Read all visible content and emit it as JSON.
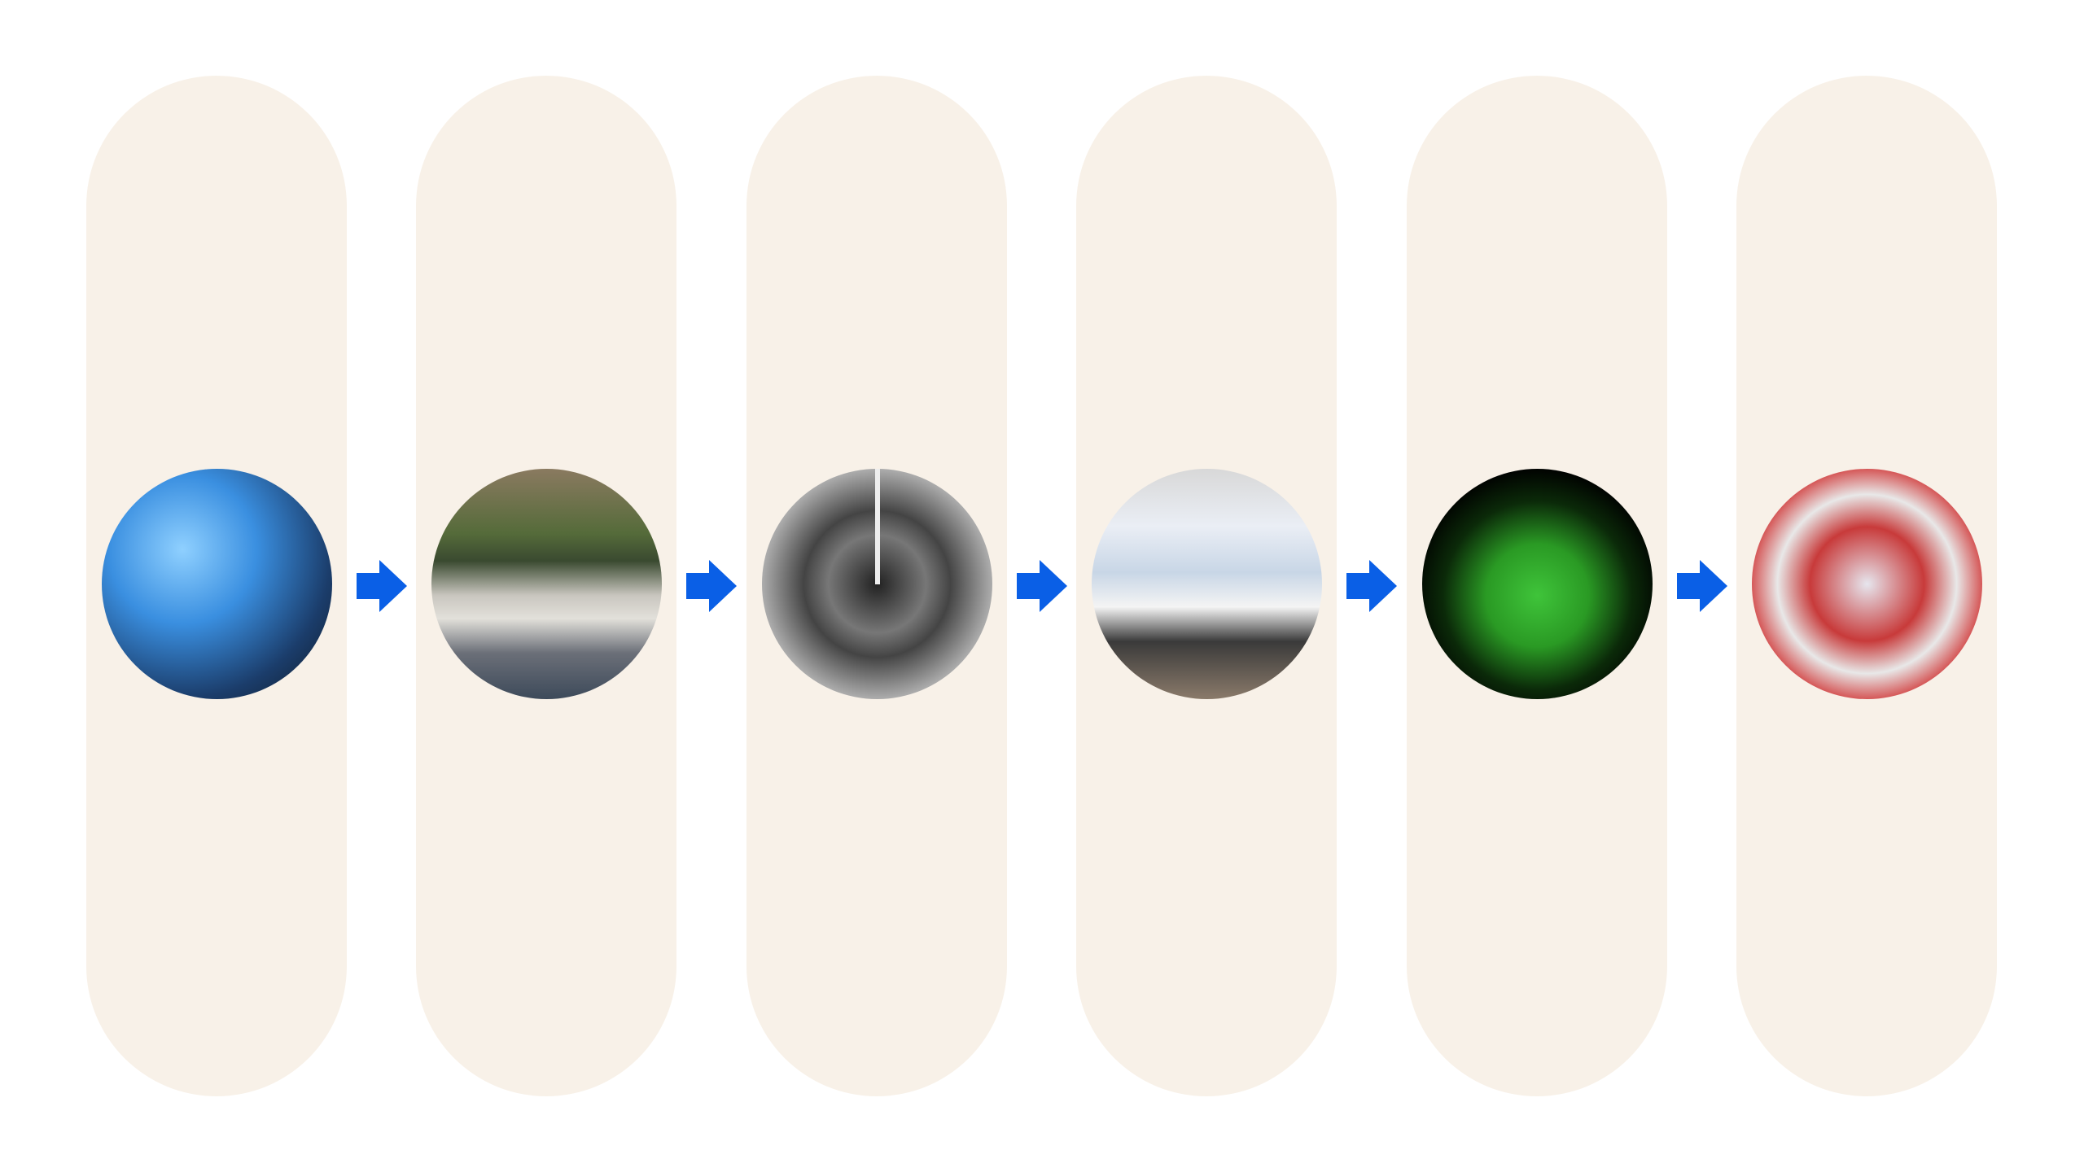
{
  "colors": {
    "panel": "#f8f1e8",
    "arrow": "#0a5fe6",
    "background": "#ffffff"
  },
  "steps": [
    {
      "image": "protein-crystals"
    },
    {
      "image": "synchrotron-aerial"
    },
    {
      "image": "diffraction-pattern"
    },
    {
      "image": "scientist-at-computer"
    },
    {
      "image": "electron-density-map"
    },
    {
      "image": "ligand-binding-surface"
    }
  ]
}
